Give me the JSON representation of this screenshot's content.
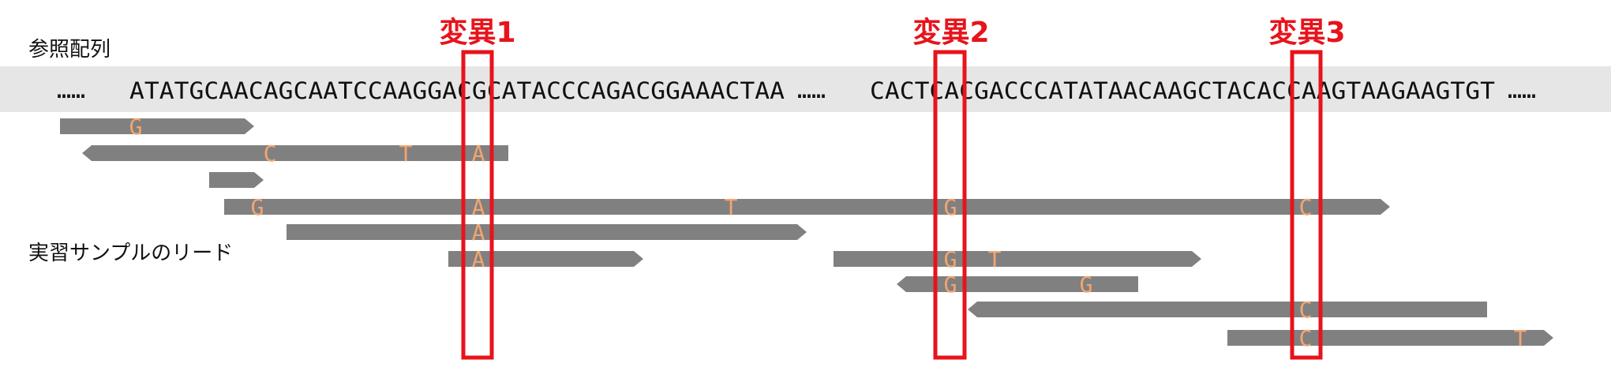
{
  "reference_label": "参照配列",
  "sample_label": "実習サンプルのリード",
  "variants": [
    {
      "label": "変異1"
    },
    {
      "label": "変異2"
    },
    {
      "label": "変異3"
    }
  ],
  "reference_sequence": {
    "ellipsis": "……",
    "segment1": "ATATGCAACAGCAATCCAAGGACGCATACCCAGACGGAAACTAA",
    "segment2": "CACTCACGACCCATATAACAAGCTACACCAAGTAAGAAGTGT"
  },
  "colors": {
    "reference_band": "#e6e6e6",
    "read": "#808080",
    "mismatch": "#f4a46e",
    "variant_box": "#e8131b"
  },
  "reads": [
    {
      "direction": "right",
      "mismatches": [
        "G"
      ]
    },
    {
      "direction": "left",
      "mismatches": [
        "C",
        "T",
        "A"
      ]
    },
    {
      "direction": "right",
      "mismatches": []
    },
    {
      "direction": "right",
      "mismatches": [
        "G",
        "A",
        "T",
        "G",
        "C"
      ]
    },
    {
      "direction": "right",
      "mismatches": [
        "A"
      ]
    },
    {
      "direction": "right",
      "mismatches": [
        "A"
      ]
    },
    {
      "direction": "right",
      "mismatches": [
        "G",
        "T"
      ]
    },
    {
      "direction": "left",
      "mismatches": [
        "G",
        "G"
      ]
    },
    {
      "direction": "left",
      "mismatches": [
        "C"
      ]
    },
    {
      "direction": "right",
      "mismatches": [
        "C",
        "T"
      ]
    }
  ]
}
